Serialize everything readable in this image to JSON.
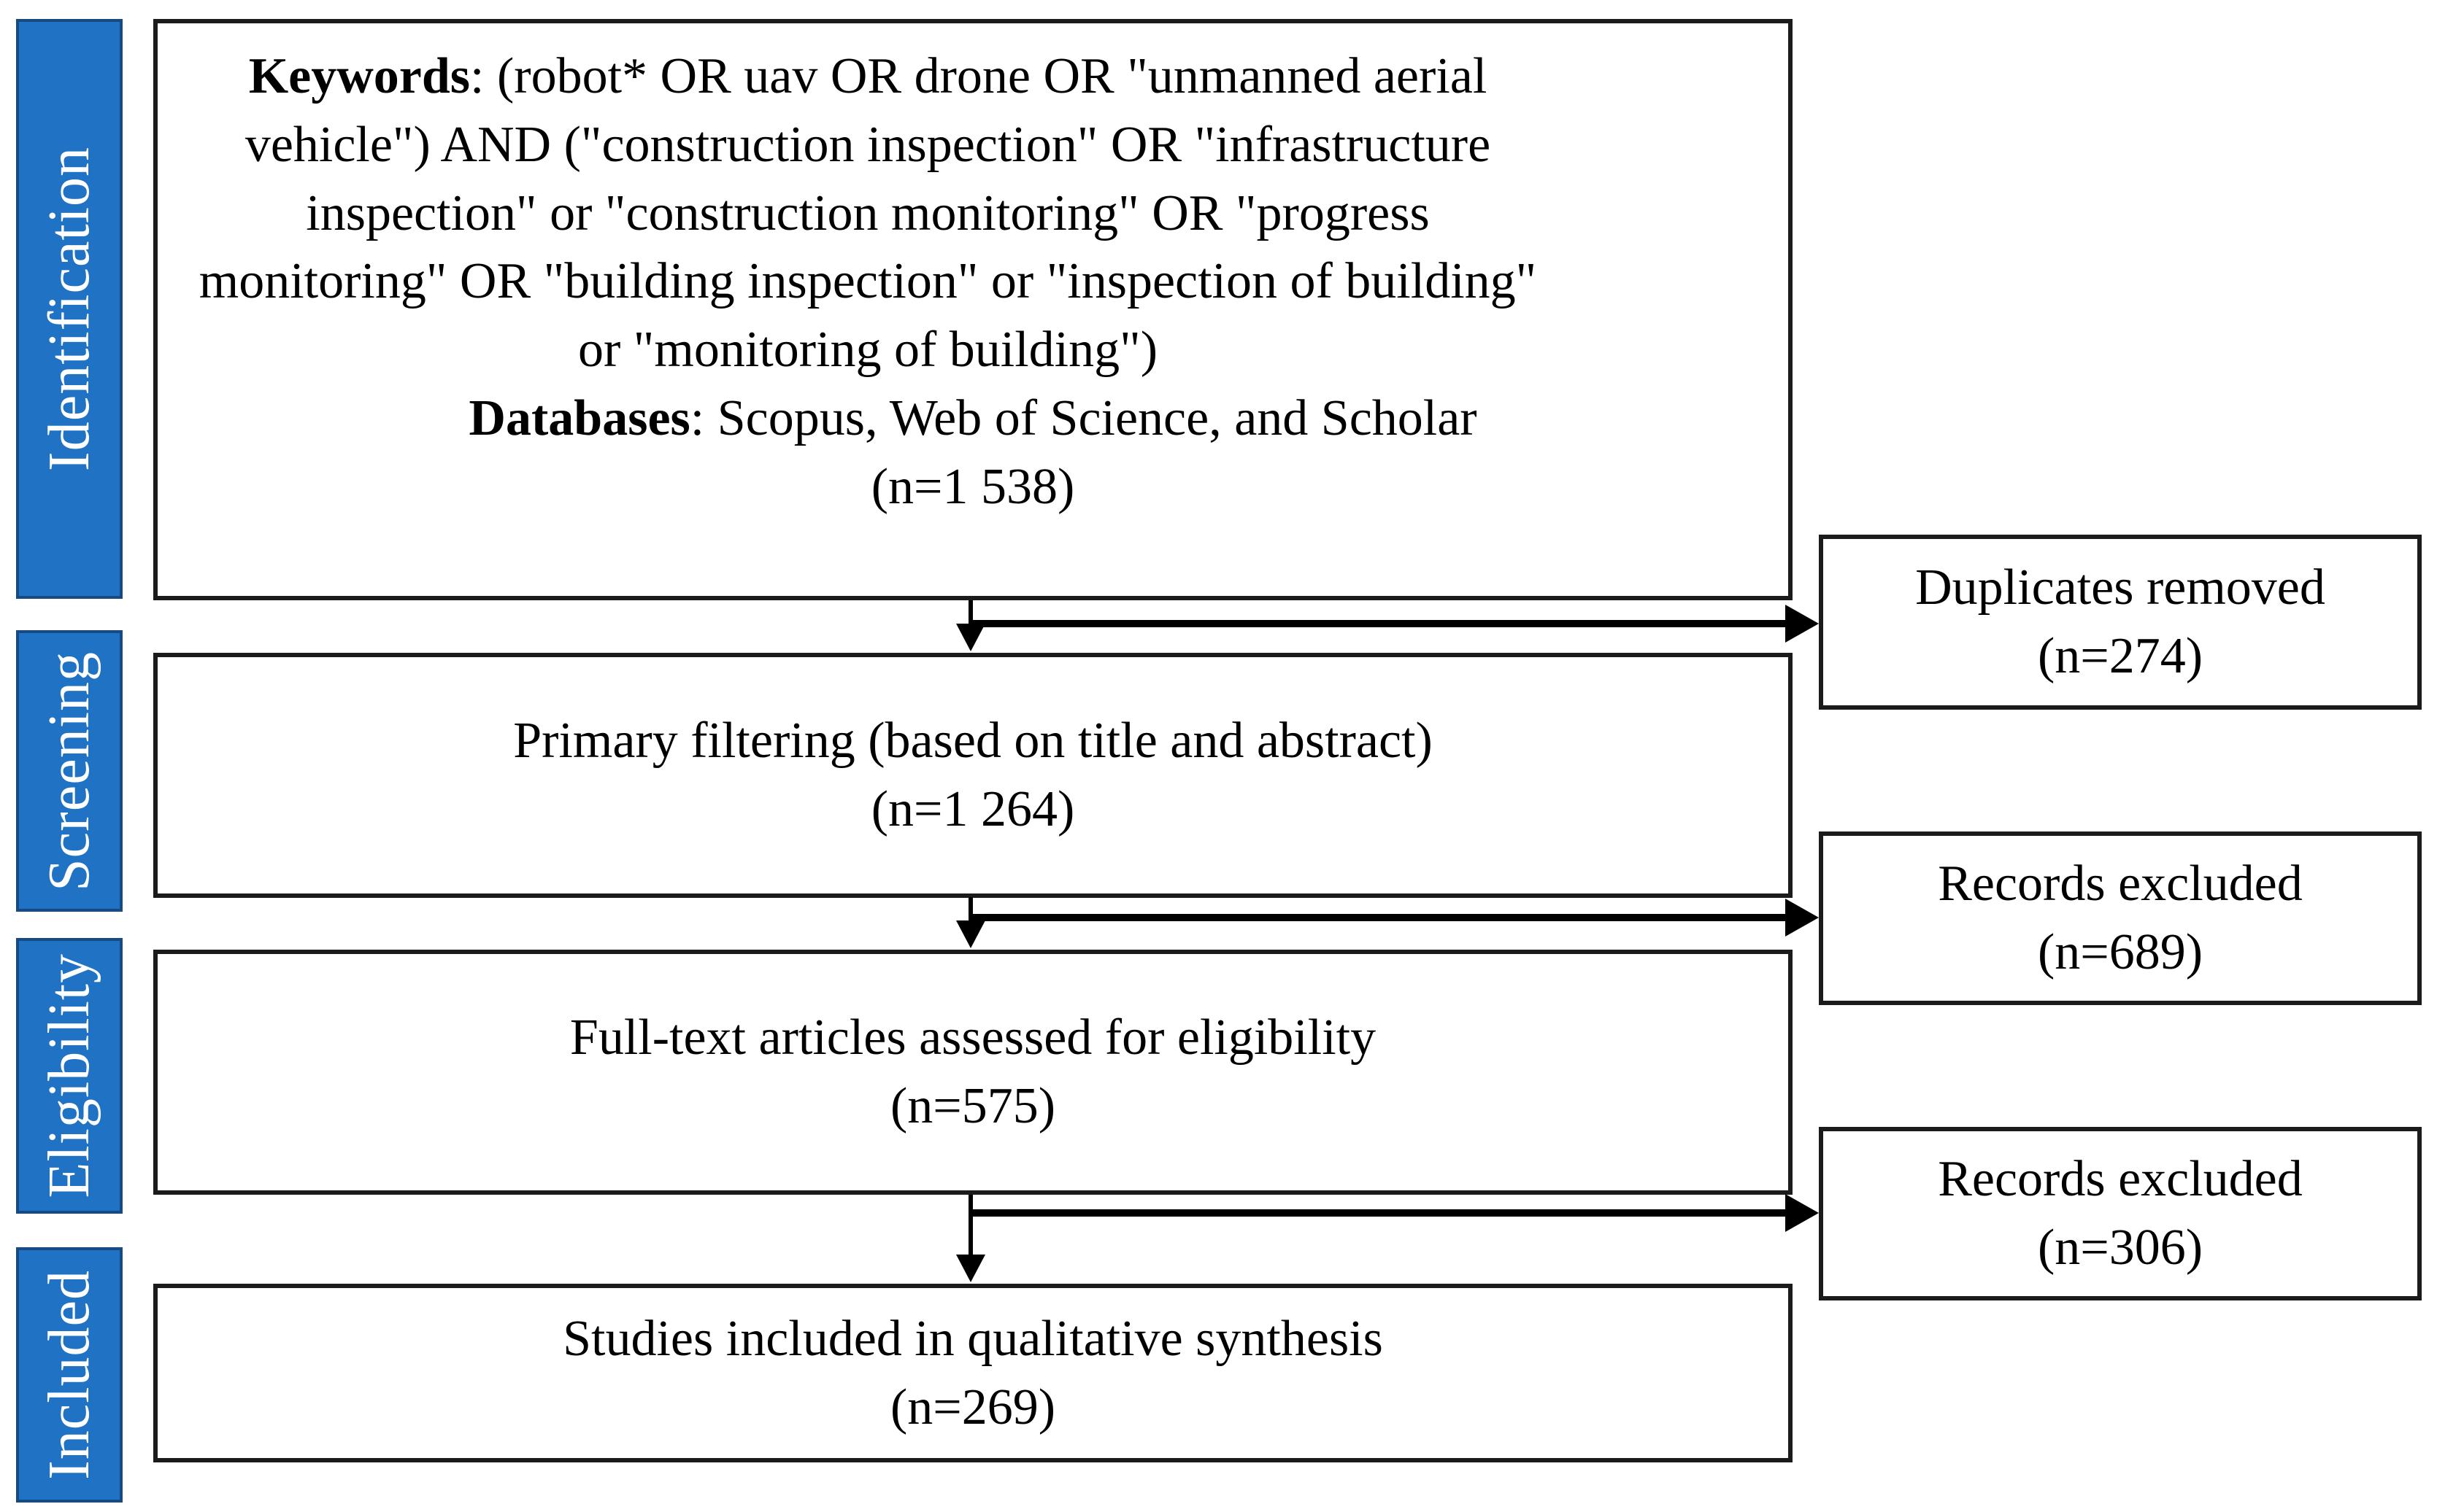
{
  "figure": {
    "accent_color": "#2073C4",
    "border_color": "#1b1b1b",
    "stages": [
      {
        "label": "Identification"
      },
      {
        "label": "Screening"
      },
      {
        "label": "Eligibility"
      },
      {
        "label": "Included"
      }
    ],
    "main_boxes": [
      {
        "keywords_label": "Keywords",
        "keywords_rest": ": (robot* OR uav OR drone OR \"unmanned aerial vehicle\") AND (\"construction inspection\"  OR \"infrastructure inspection\" or  \"construction monitoring\"  OR  \"progress monitoring\"  OR  \"building inspection\" or \"inspection of building\" or \"monitoring of building\")",
        "databases_label": "Databases",
        "databases_rest": ": Scopus, Web of Science, and Scholar",
        "count": "(n=1 538)"
      },
      {
        "text": "Primary filtering (based on title and abstract)",
        "count": "(n=1 264)"
      },
      {
        "text": "Full-text articles assessed for eligibility",
        "count": "(n=575)"
      },
      {
        "text": "Studies included in qualitative synthesis",
        "count": "(n=269)"
      }
    ],
    "side_boxes": [
      {
        "text": "Duplicates removed",
        "count": "(n=274)"
      },
      {
        "text": "Records excluded",
        "count": "(n=689)"
      },
      {
        "text": "Records excluded",
        "count": "(n=306)"
      }
    ]
  }
}
